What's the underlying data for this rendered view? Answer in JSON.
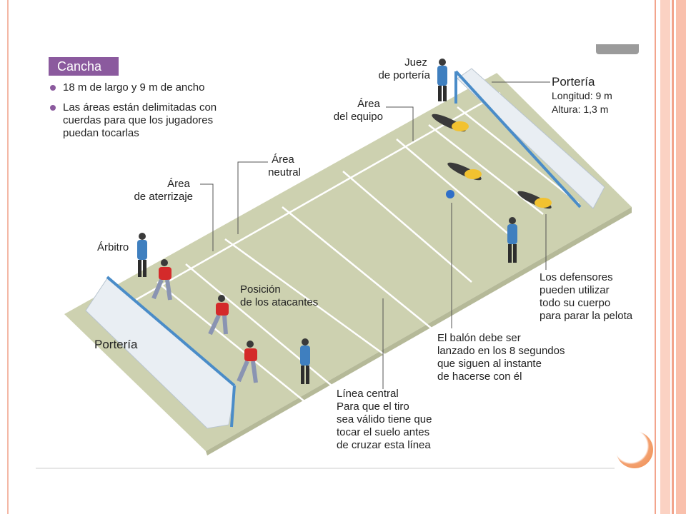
{
  "title": "Cancha",
  "bullets": [
    "18 m de largo y 9 m de ancho",
    "Las áreas están delimitadas con cuerdas para que los jugadores puedan tocarlas"
  ],
  "labels": {
    "juez_1": "Juez",
    "juez_2": "de portería",
    "porteria_top": "Portería",
    "longitud": "Longitud: 9 m",
    "altura": "Altura: 1,3 m",
    "area_equipo_1": "Área",
    "area_equipo_2": "del equipo",
    "area_neutral_1": "Área",
    "area_neutral_2": "neutral",
    "area_aterrizaje_1": "Área",
    "area_aterrizaje_2": "de aterrizaje",
    "arbitro": "Árbitro",
    "posicion_1": "Posición",
    "posicion_2": "de los atacantes",
    "porteria_bottom": "Portería",
    "defensores": [
      "Los defensores",
      "pueden utilizar",
      "todo su cuerpo",
      "para parar la pelota"
    ],
    "balon": [
      "El balón debe ser",
      "lanzado en los 8 segundos",
      "que siguen al instante",
      "de hacerse con él"
    ],
    "linea": [
      "Línea central",
      "Para que el tiro",
      "sea válido tiene que",
      "tocar el suelo antes",
      "de cruzar esta línea"
    ]
  },
  "colors": {
    "accent": "#8b5a9e",
    "field": "#cdd1b0",
    "line": "#ffffff",
    "goal": "#4a8cc8",
    "attacker": "#d42a2a",
    "defender": "#f2c230",
    "referee": "#3f7fbf",
    "ball": "#2f6fc8"
  }
}
